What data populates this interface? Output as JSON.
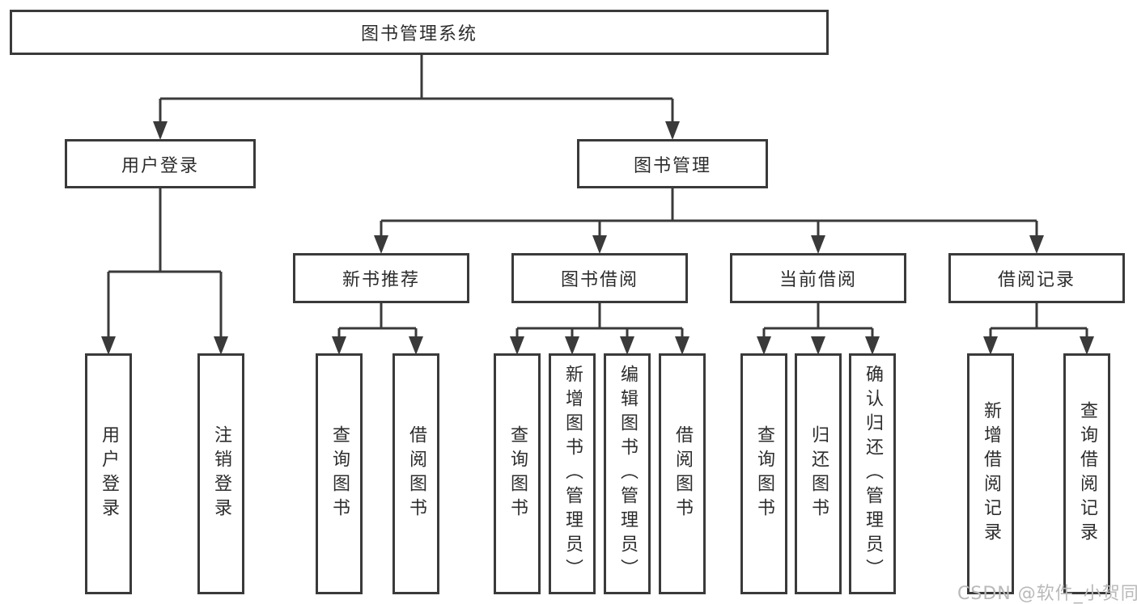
{
  "tree": {
    "root": {
      "label": "图书管理系统",
      "children": [
        {
          "label": "用户登录",
          "children": [
            {
              "label": "用户登录"
            },
            {
              "label": "注销登录"
            }
          ]
        },
        {
          "label": "图书管理",
          "children": [
            {
              "label": "新书推荐",
              "children": [
                {
                  "label": "查询图书"
                },
                {
                  "label": "借阅图书"
                }
              ]
            },
            {
              "label": "图书借阅",
              "children": [
                {
                  "label": "查询图书"
                },
                {
                  "label": "新增图书（管理员）"
                },
                {
                  "label": "编辑图书（管理员）"
                },
                {
                  "label": "借阅图书"
                }
              ]
            },
            {
              "label": "当前借阅",
              "children": [
                {
                  "label": "查询图书"
                },
                {
                  "label": "归还图书"
                },
                {
                  "label": "确认归还（管理员）"
                }
              ]
            },
            {
              "label": "借阅记录",
              "children": [
                {
                  "label": "新增借阅记录"
                },
                {
                  "label": "查询借阅记录"
                }
              ]
            }
          ]
        }
      ]
    }
  },
  "watermark": {
    "text": "CSDN @软件_小贺同学"
  },
  "colors": {
    "line": "#3a3a3a",
    "box_background": "#ffffff",
    "text": "#2d2d2d",
    "watermark": "#b9b9b9"
  }
}
